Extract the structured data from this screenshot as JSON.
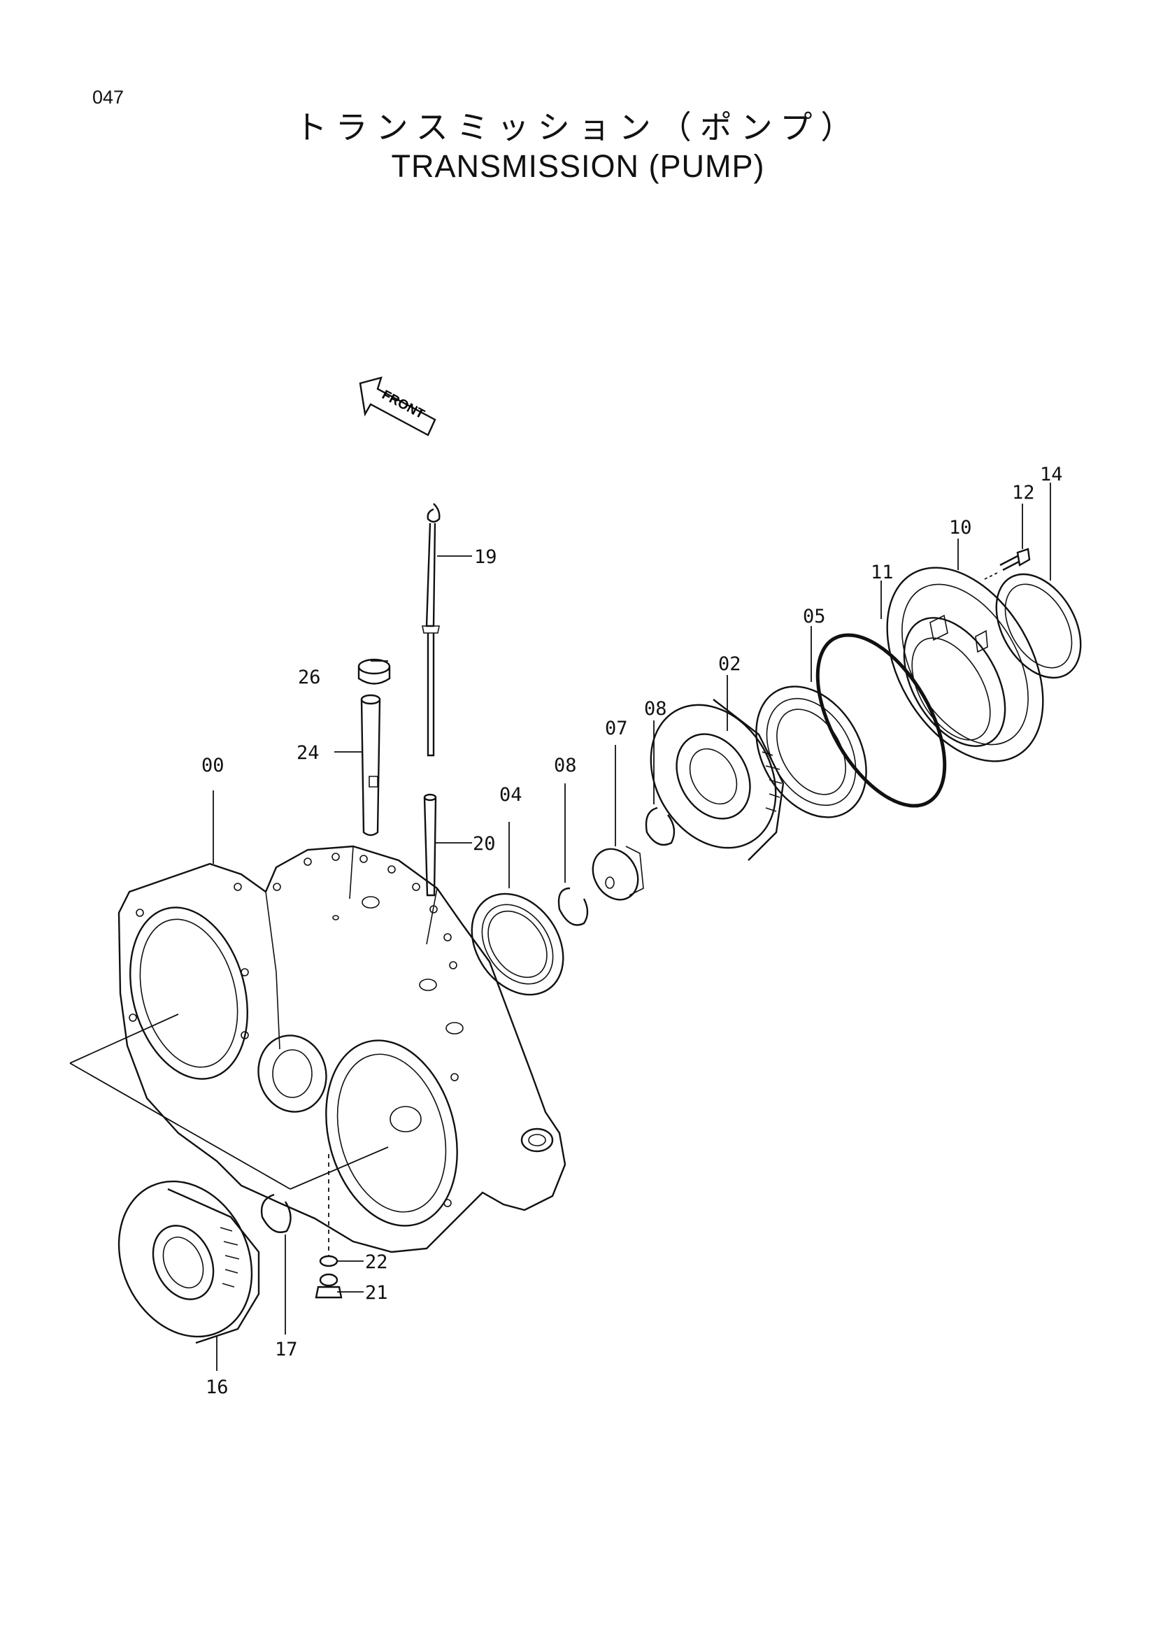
{
  "page_number": "047",
  "title_jp": "トランスミッション（ポンプ）",
  "title_en": "TRANSMISSION (PUMP)",
  "front_arrow_label": "FRONT",
  "part_labels": {
    "p00": "00",
    "p02": "02",
    "p04": "04",
    "p05": "05",
    "p07": "07",
    "p08a": "08",
    "p08b": "08",
    "p10": "10",
    "p11": "11",
    "p12": "12",
    "p14": "14",
    "p16": "16",
    "p17": "17",
    "p19": "19",
    "p20": "20",
    "p21": "21",
    "p22": "22",
    "p24": "24",
    "p26": "26"
  }
}
